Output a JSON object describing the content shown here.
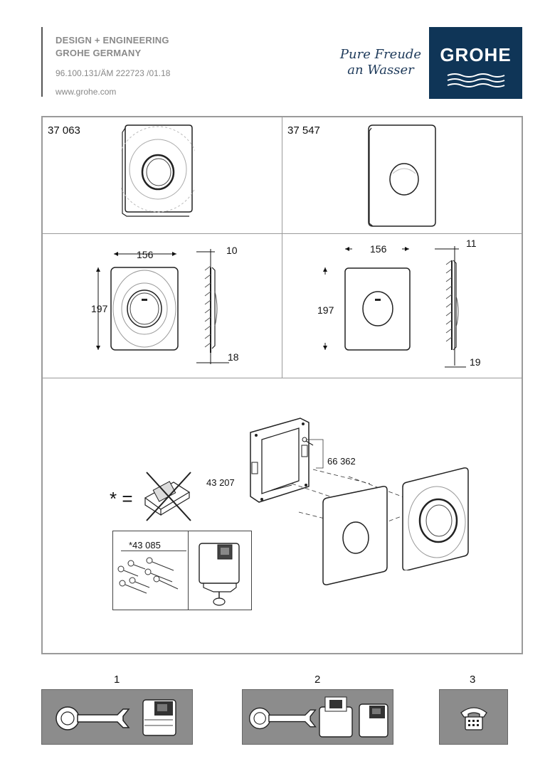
{
  "header": {
    "line1": "DESIGN + ENGINEERING",
    "line2": "GROHE GERMANY",
    "doc_number": "96.100.131/ÄM 222723 /01.18",
    "website": "www.grohe.com",
    "slogan_line1": "Pure Freude",
    "slogan_line2": "an Wasser",
    "logo_text": "GROHE",
    "brand_color": "#0f3557"
  },
  "products": {
    "left_code": "37 063",
    "right_code": "37 547"
  },
  "dimensions": {
    "left": {
      "width": "156",
      "height": "197",
      "depth_top": "10",
      "depth_bottom": "18"
    },
    "right": {
      "width": "156",
      "height": "197",
      "depth_top": "11",
      "depth_bottom": "19"
    }
  },
  "assembly": {
    "star_equals": "* =",
    "part_frame": "43 207",
    "part_screws": "66 362",
    "kit_code": "*43 085"
  },
  "steps": [
    {
      "number": "1"
    },
    {
      "number": "2"
    },
    {
      "number": "3"
    }
  ]
}
